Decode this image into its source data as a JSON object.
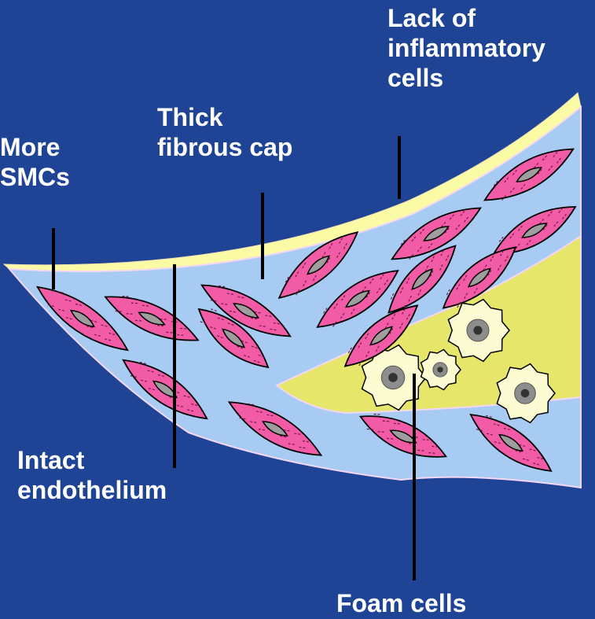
{
  "labels": {
    "more_smcs": "More\nSMCs",
    "thick_fibrous_cap": "Thick\nfibrous cap",
    "lack_inflammatory": "Lack of\ninflammatory\ncells",
    "intact_endothelium": "Intact\nendothelium",
    "foam_cells": "Foam cells"
  },
  "colors": {
    "background": "#1f4496",
    "vessel_wall": "#a7cbf3",
    "endothelium": "#fbfba6",
    "lipid_core": "#e5e66a",
    "smc_body": "#f25ca6",
    "smc_nucleus": "#9e9e9e",
    "foam_cell": "#fdfbd2",
    "outline": "#000000"
  },
  "icons": {
    "smc": "smooth-muscle-cell-icon",
    "foam": "foam-cell-icon"
  }
}
